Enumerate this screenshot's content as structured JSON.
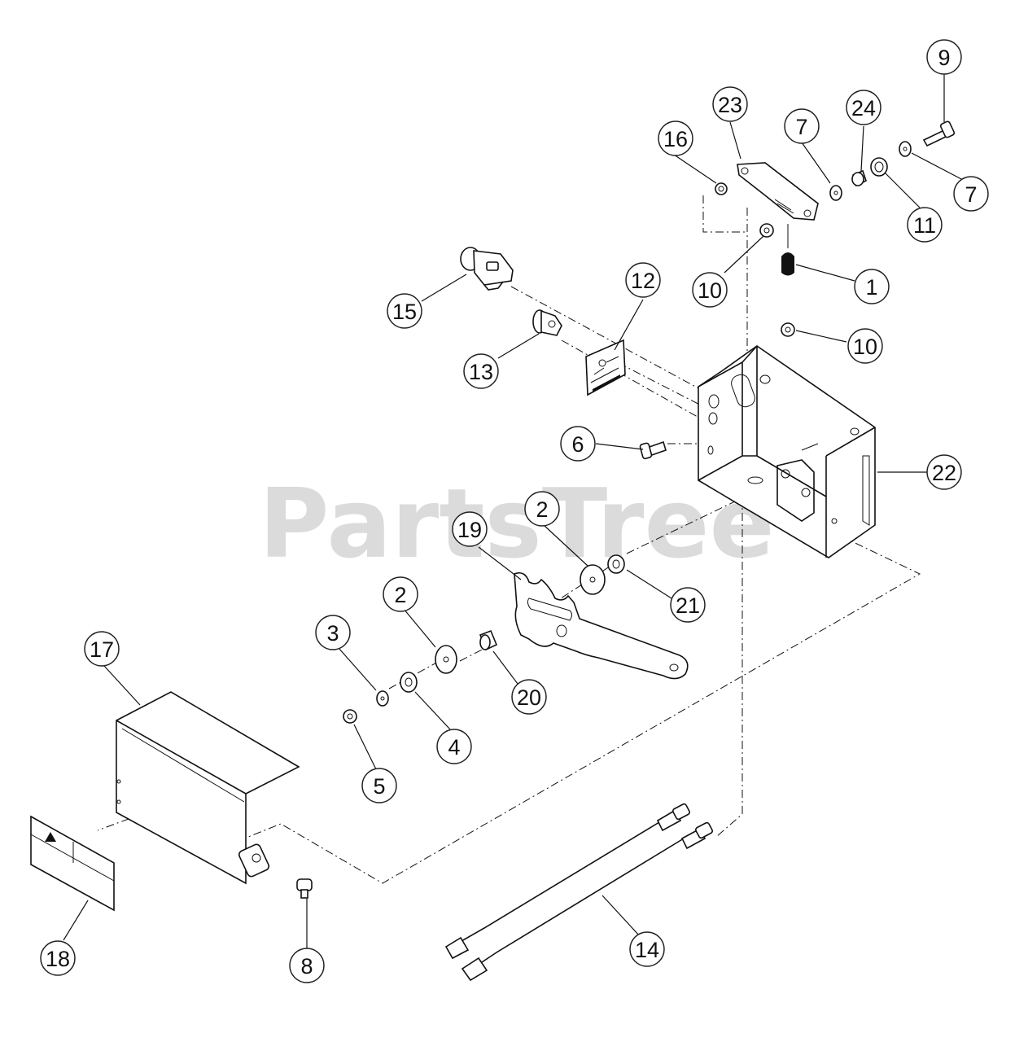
{
  "watermark": "PartsTree",
  "callouts": [
    {
      "id": "c1",
      "label": "1"
    },
    {
      "id": "c2a",
      "label": "2"
    },
    {
      "id": "c2b",
      "label": "2"
    },
    {
      "id": "c3",
      "label": "3"
    },
    {
      "id": "c4",
      "label": "4"
    },
    {
      "id": "c5",
      "label": "5"
    },
    {
      "id": "c6",
      "label": "6"
    },
    {
      "id": "c7a",
      "label": "7"
    },
    {
      "id": "c7b",
      "label": "7"
    },
    {
      "id": "c8",
      "label": "8"
    },
    {
      "id": "c9",
      "label": "9"
    },
    {
      "id": "c10a",
      "label": "10"
    },
    {
      "id": "c10b",
      "label": "10"
    },
    {
      "id": "c11",
      "label": "11"
    },
    {
      "id": "c12",
      "label": "12"
    },
    {
      "id": "c13",
      "label": "13"
    },
    {
      "id": "c14",
      "label": "14"
    },
    {
      "id": "c15",
      "label": "15"
    },
    {
      "id": "c16",
      "label": "16"
    },
    {
      "id": "c17",
      "label": "17"
    },
    {
      "id": "c18",
      "label": "18"
    },
    {
      "id": "c19",
      "label": "19"
    },
    {
      "id": "c20",
      "label": "20"
    },
    {
      "id": "c21",
      "label": "21"
    },
    {
      "id": "c22",
      "label": "22"
    },
    {
      "id": "c23",
      "label": "23"
    },
    {
      "id": "c24",
      "label": "24"
    }
  ]
}
